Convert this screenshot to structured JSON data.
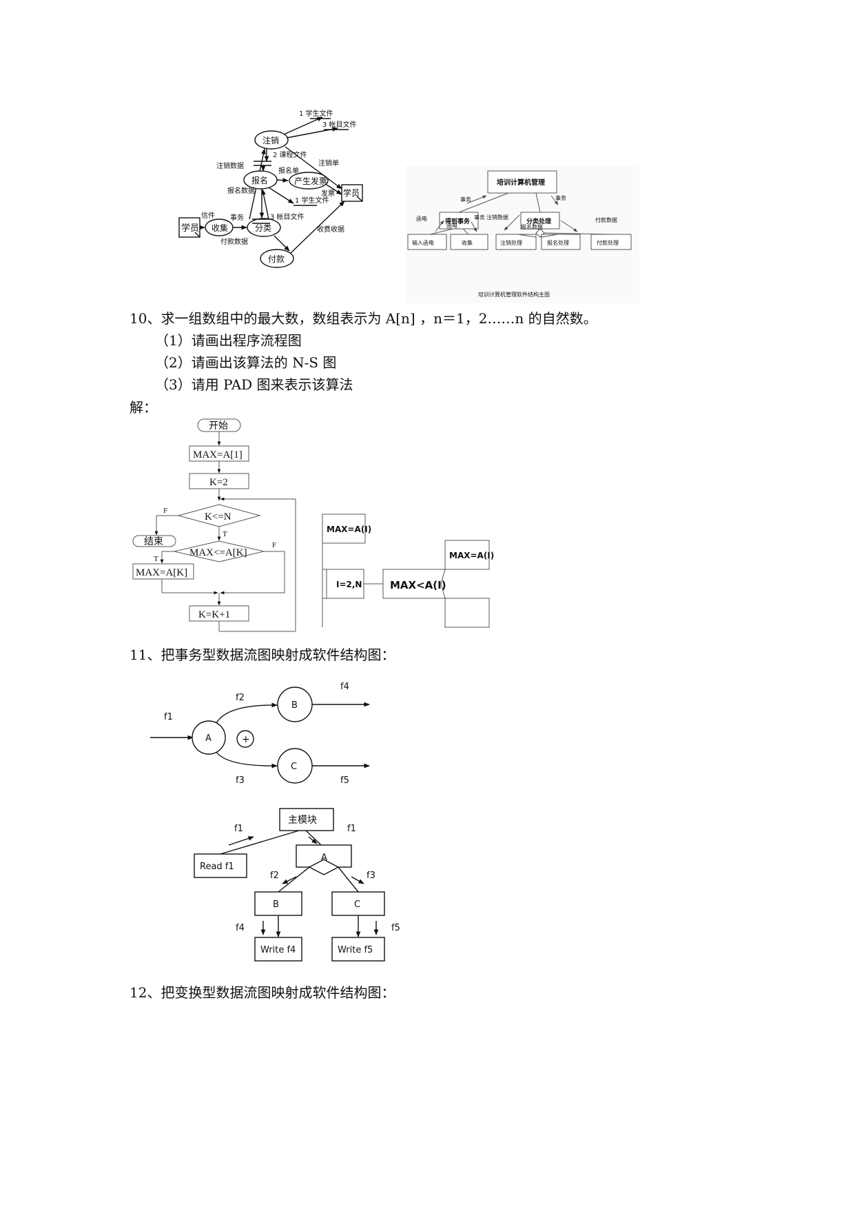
{
  "dfd1": {
    "nodes": {
      "student_left": "学员",
      "collect": "收集",
      "classify": "分类",
      "cancel": "注销",
      "register": "报名",
      "invoice": "产生发票",
      "pay": "付款",
      "student_right": "学员"
    },
    "stores": {
      "student_file_top": "1 学生文件",
      "account_file_top": "3 帐目文件",
      "course_file": "2 课程文件",
      "student_file_mid": "1 学生文件",
      "account_file_mid": "3 帐目文件"
    },
    "labels": {
      "letter": "信件",
      "transaction": "事务",
      "cancel_data": "注销数据",
      "register_data": "报名数据",
      "cancel_slip": "注销单",
      "register_slip": "报名单",
      "invoice_out": "发票",
      "pay_data": "付款数据",
      "fee_receipt": "收费收据"
    }
  },
  "sc1": {
    "root": "培训计算机管理",
    "get_tx": "得到事务",
    "classify_proc": "分类处理",
    "leaves": [
      "输入函电",
      "收集",
      "注销处理",
      "报名处理",
      "付款处理"
    ],
    "labels": {
      "tx_left": "事务",
      "tx_right": "事务",
      "letter1": "函电",
      "letter2": "函电",
      "tx_small": "事务",
      "cancel_data": "注销数据",
      "register_data": "报名数据",
      "pay_data": "付款数据"
    },
    "caption": "培训计算机管理软件结构主图"
  },
  "q10": {
    "stem": "10、求一组数组中的最大数，数组表示为 A[n] ，n＝1，2……n 的自然数。",
    "sub1": "（1）请画出程序流程图",
    "sub2": "（2）请画出该算法的 N-S 图",
    "sub3": "（3）请用 PAD 图来表示该算法",
    "answer": "解："
  },
  "flowchart": {
    "start": "开始",
    "init": "MAX=A[1]",
    "k_init": "K=2",
    "cond1": "K<=N",
    "end": "结束",
    "cond2": "MAX<=A[K]",
    "assign": "MAX=A[K]",
    "inc": "K=K+1",
    "t1": "T",
    "f1": "F",
    "t2": "T",
    "f2": "F"
  },
  "pad": {
    "init": "MAX=A(I)",
    "loop": "I=2,N",
    "cond": "MAX<A(I)",
    "assign": "MAX=A(I)"
  },
  "q11": {
    "stem": "11、把事务型数据流图映射成软件结构图："
  },
  "dfd2": {
    "a": "A",
    "b": "B",
    "c": "C",
    "plus": "+",
    "f1": "f1",
    "f2": "f2",
    "f3": "f3",
    "f4": "f4",
    "f5": "f5"
  },
  "sc2": {
    "main": "主模块",
    "read": "Read f1",
    "a": "A",
    "b": "B",
    "c": "C",
    "write4": "Write f4",
    "write5": "Write  f5",
    "f1_left": "f1",
    "f1_right": "f1",
    "f2": "f2",
    "f3": "f3",
    "f4": "f4",
    "f5": "f5"
  },
  "q12": {
    "stem": "12、把变换型数据流图映射成软件结构图："
  }
}
